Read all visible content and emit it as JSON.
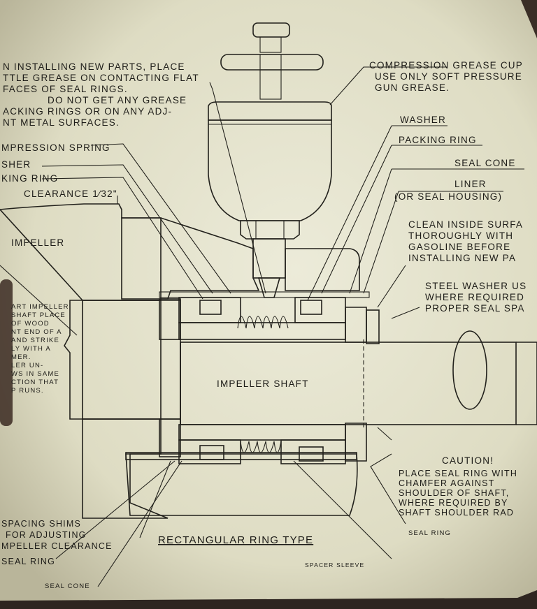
{
  "notes": {
    "grease_note": [
      "N INSTALLING NEW PARTS, PLACE",
      "TTLE GREASE ON CONTACTING FLAT",
      "FACES OF SEAL RINGS.",
      "DO NOT GET ANY GREASE",
      "ACKING RINGS OR ON ANY ADJ-",
      "NT METAL SURFACES."
    ],
    "impeller_note": [
      "ART IMPELLER",
      "SHAFT PLACE",
      "OF WOOD",
      "NT END OF A",
      "AND STRIKE",
      "LY WITH A",
      "MER.",
      "LER UN-",
      "WS IN SAME",
      "CTION THAT",
      "P RUNS."
    ],
    "clean_note": [
      "CLEAN INSIDE SURFA",
      "THOROUGHLY WITH",
      "GASOLINE BEFORE",
      "INSTALLING NEW PA"
    ],
    "steel_washer_note": [
      "STEEL WASHER US",
      "WHERE REQUIRED",
      "PROPER SEAL SPA"
    ],
    "caution_title": "CAUTION!",
    "caution_body": [
      "PLACE SEAL RING WITH",
      "CHAMFER AGAINST",
      "SHOULDER OF SHAFT,",
      "WHERE REQUIRED BY",
      "SHAFT SHOULDER RAD"
    ],
    "spacing_shims": [
      "SPACING SHIMS",
      "FOR ADJUSTING",
      "MPELLER CLEARANCE"
    ]
  },
  "labels": {
    "grease_cup": [
      "COMPRESSION GREASE CUP",
      "USE ONLY SOFT PRESSURE",
      "GUN GREASE."
    ],
    "washer": "WASHER",
    "packing_ring": "PACKING RING",
    "seal_cone": "SEAL CONE",
    "liner": [
      "LINER",
      "(OR SEAL HOUSING)"
    ],
    "compression_spring": "MPRESSION SPRING",
    "left_washer": "SHER",
    "left_packing_ring": "KING RING",
    "clearance": "CLEARANCE 1⁄32\"",
    "impeller": "IMPELLER",
    "impeller_shaft": "IMPELLER SHAFT",
    "bottom_seal_ring": "SEAL RING",
    "bottom_seal_cone": "SEAL CONE",
    "right_seal_ring": "SEAL RING",
    "spacer_sleeve": "SPACER SLEEVE",
    "title": "RECTANGULAR RING TYPE"
  }
}
